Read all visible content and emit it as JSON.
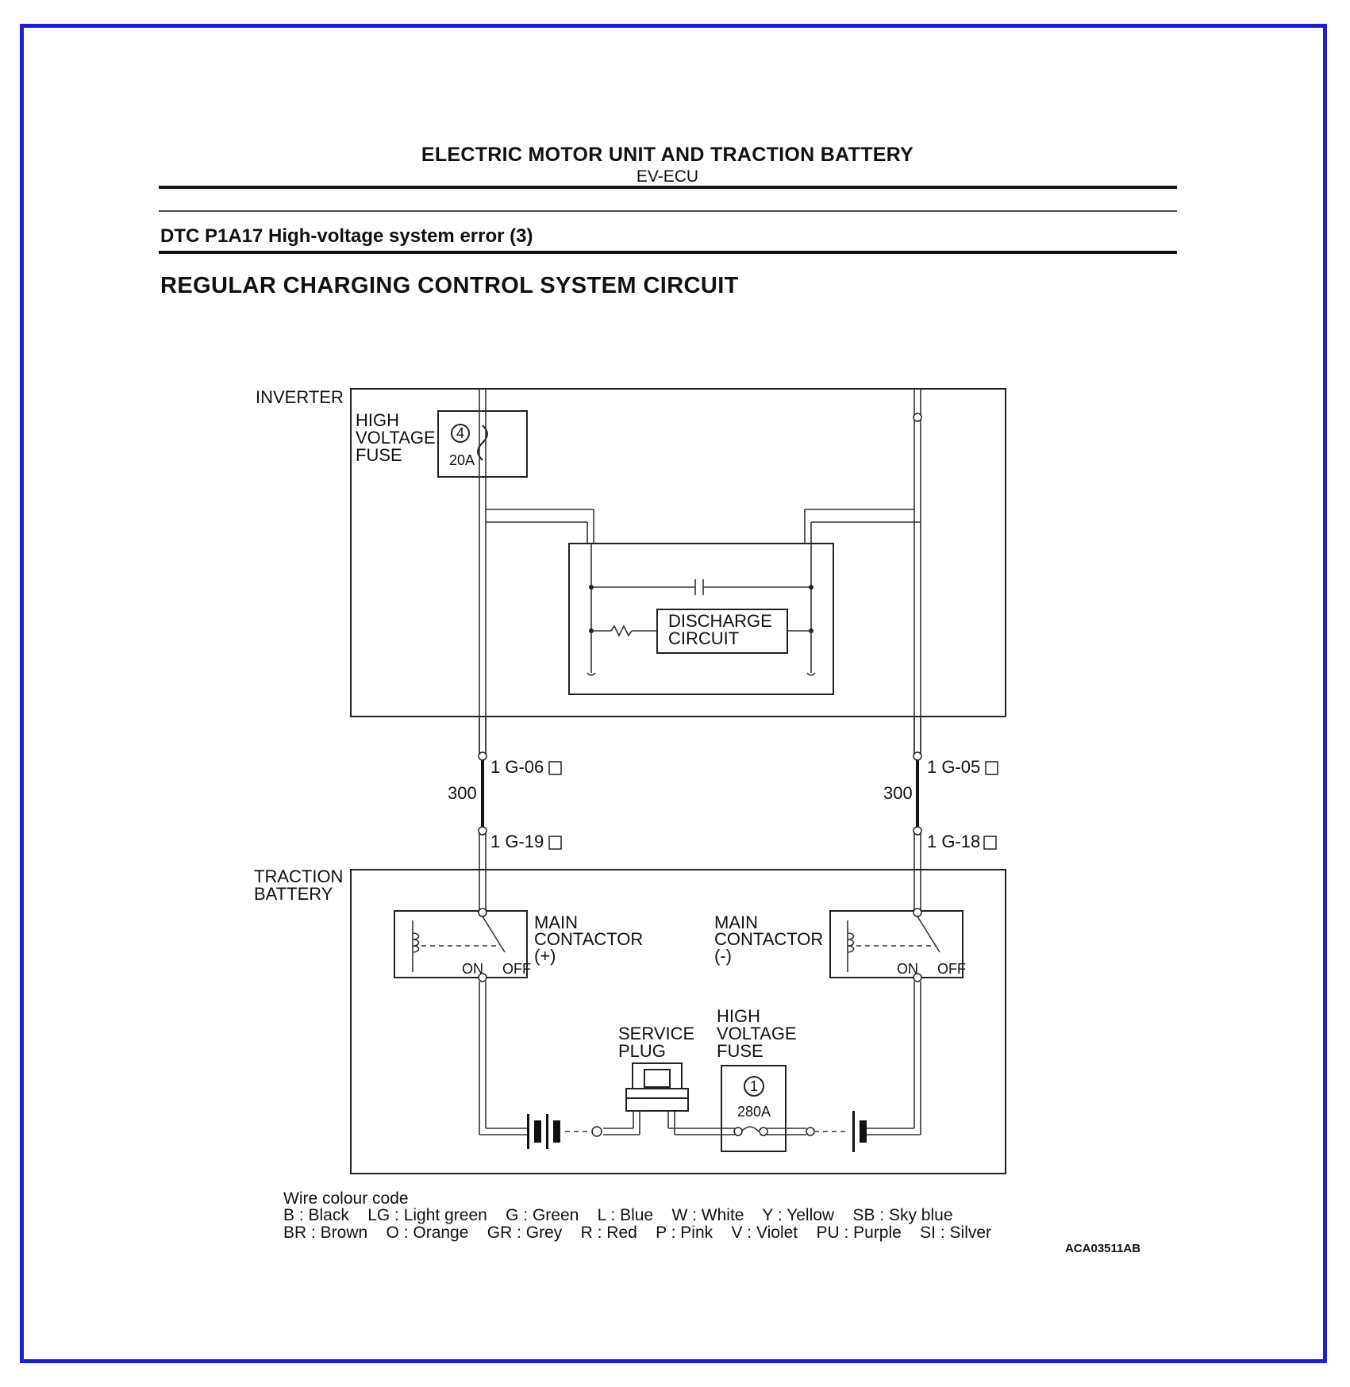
{
  "header": {
    "title": "ELECTRIC MOTOR UNIT AND TRACTION BATTERY",
    "subtitle": "EV-ECU"
  },
  "dtc": "DTC P1A17 High-voltage system error (3)",
  "section_title": "REGULAR CHARGING CONTROL SYSTEM CIRCUIT",
  "inverter": {
    "label": "INVERTER",
    "fuse_label": [
      "HIGH",
      "VOLTAGE",
      "FUSE"
    ],
    "fuse_number": "4",
    "fuse_rating": "20A",
    "discharge_label": [
      "DISCHARGE",
      "CIRCUIT"
    ]
  },
  "harness": {
    "left_top": "1 G-06",
    "left_bottom": "1 G-19",
    "left_size": "300",
    "right_top": "1 G-05",
    "right_bottom": "1 G-18",
    "right_size": "300"
  },
  "battery": {
    "label": [
      "TRACTION",
      "BATTERY"
    ],
    "contactor_plus": [
      "MAIN",
      "CONTACTOR",
      "(+)"
    ],
    "contactor_minus": [
      "MAIN",
      "CONTACTOR",
      "(-)"
    ],
    "on_label": "ON",
    "off_label": "OFF",
    "service_plug": [
      "SERVICE",
      "PLUG"
    ],
    "hv_fuse": [
      "HIGH",
      "VOLTAGE",
      "FUSE"
    ],
    "hv_fuse_number": "1",
    "hv_fuse_rating": "280A"
  },
  "legend": {
    "title": "Wire colour code",
    "row1": "B : Black    LG : Light green    G : Green    L : Blue    W : White    Y : Yellow    SB : Sky blue",
    "row2": "BR : Brown    O : Orange    GR : Grey    R : Red    P : Pink    V : Violet    PU : Purple    SI : Silver"
  },
  "figure_id": "ACA03511AB",
  "colors": {
    "frame": "#1f1fd0",
    "ink": "#111111"
  }
}
